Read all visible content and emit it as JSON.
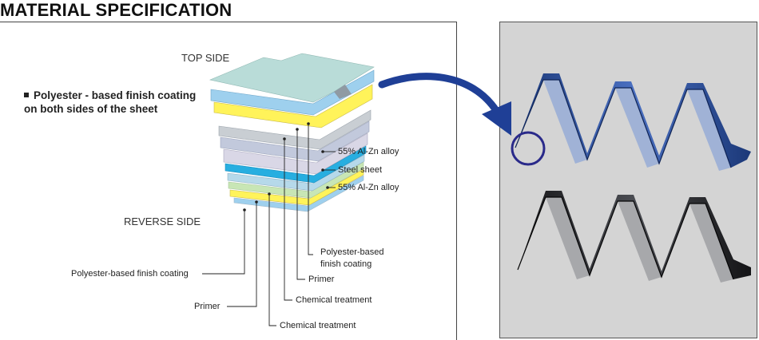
{
  "header": {
    "title": "MATERIAL SPECIFICATION"
  },
  "diagram": {
    "top_side": "TOP SIDE",
    "reverse_side": "REVERSE SIDE",
    "note": "Polyester - based finish coating on both sides of the sheet",
    "layer_labels": {
      "alloy_top": "55% Al-Zn alloy",
      "steel_sheet": "Steel sheet",
      "alloy_bottom": "55% Al-Zn alloy",
      "finish_top_line1": "Polyester-based",
      "finish_top_line2": "finish coating",
      "primer_top": "Primer",
      "chem_top": "Chemical treatment",
      "finish_bottom": "Polyester-based finish coating",
      "primer_bottom": "Primer",
      "chem_bottom": "Chemical treatment"
    },
    "layer_colors": {
      "top_finish": "#b9dcd8",
      "blue": "#9ed0ee",
      "yellow": "#fff35a",
      "gray": "#c9ced3",
      "steel": "#d9d7e6",
      "cyan": "#27aee0",
      "green": "#c8e6b5"
    }
  },
  "photo": {
    "upper_sheet_color": "#2d4f9a",
    "lower_sheet_color": "#2a2a2e",
    "highlight_circle_color": "#2a2a8a",
    "arrow_color": "#1f3f96"
  }
}
